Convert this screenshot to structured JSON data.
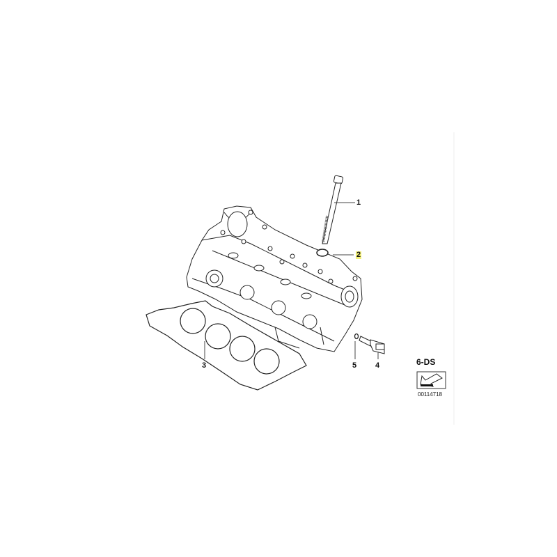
{
  "callouts": [
    {
      "number": "1",
      "part": "bolt"
    },
    {
      "number": "2",
      "part": "washer",
      "highlighted": true,
      "highlight_color": "#f3f07a"
    },
    {
      "number": "3",
      "part": "cylinder-head-gasket"
    },
    {
      "number": "4",
      "part": "sensor"
    },
    {
      "number": "5",
      "part": "o-ring"
    }
  ],
  "diagram_group": "6-DS",
  "diagram_number": "00114718"
}
